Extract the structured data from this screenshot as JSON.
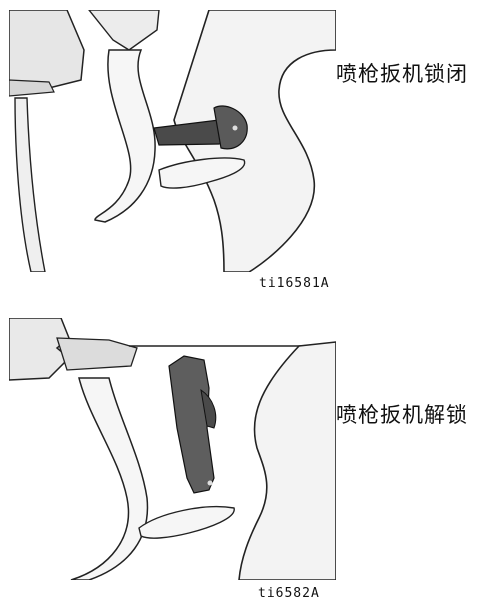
{
  "figures": [
    {
      "caption": "喷枪扳机锁闭",
      "id": "ti16581A"
    },
    {
      "caption": "喷枪扳机解锁",
      "id": "ti6582A"
    }
  ]
}
